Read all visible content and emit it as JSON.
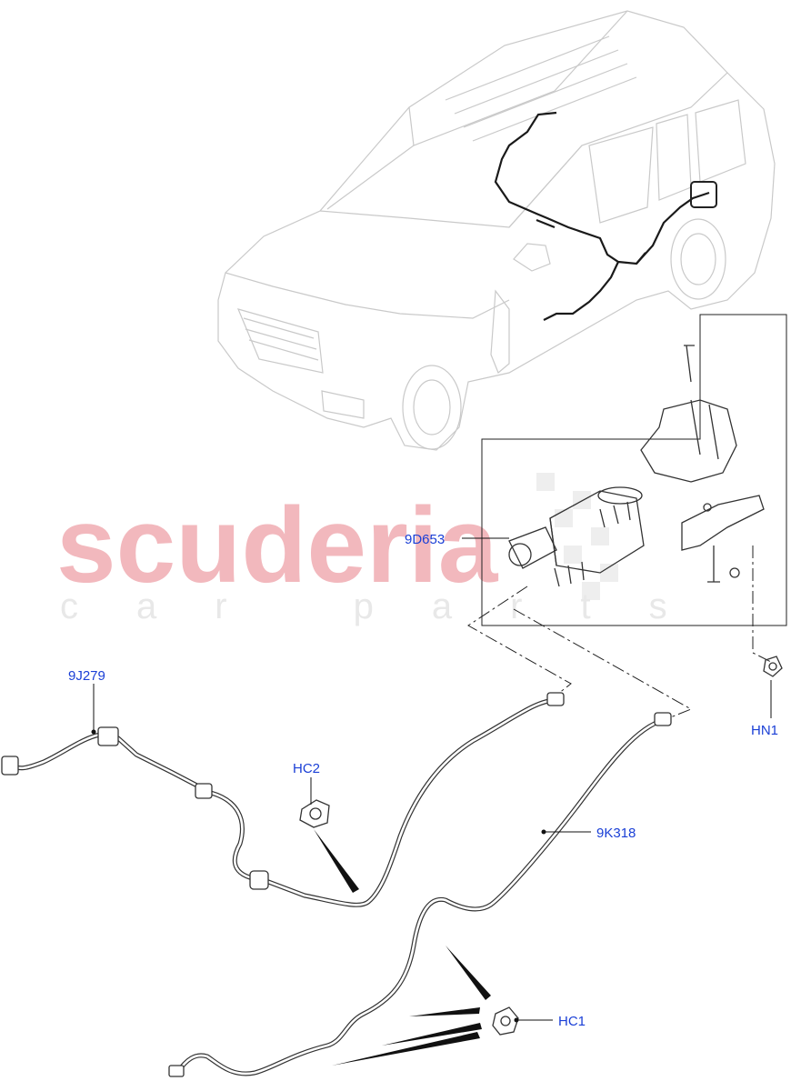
{
  "watermark": {
    "brand": "scuderia",
    "tagline": "car parts"
  },
  "callouts": {
    "canister": "9D653",
    "purge_hose": "9J279",
    "vent_hose": "9K318",
    "clip_upper": "HC2",
    "clip_lower": "HC1",
    "nut": "HN1"
  },
  "colors": {
    "label": "#1a3fd6",
    "watermark": "#f2b8bd",
    "line": "#1a1a1a"
  }
}
